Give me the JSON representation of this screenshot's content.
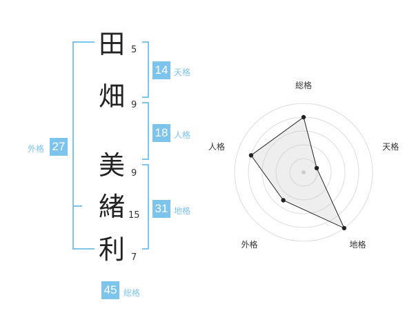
{
  "name_chars": [
    {
      "char": "田",
      "strokes": "5"
    },
    {
      "char": "畑",
      "strokes": "9"
    },
    {
      "char": "美",
      "strokes": "9"
    },
    {
      "char": "緒",
      "strokes": "15"
    },
    {
      "char": "利",
      "strokes": "7"
    }
  ],
  "fortune": {
    "tenkaku": {
      "label": "天格",
      "value": "14"
    },
    "jinkaku": {
      "label": "人格",
      "value": "18"
    },
    "chikaku": {
      "label": "地格",
      "value": "31"
    },
    "gaikaku": {
      "label": "外格",
      "value": "27"
    },
    "soukaku": {
      "label": "総格",
      "value": "45"
    }
  },
  "colors": {
    "accent": "#7cc4ec",
    "badge_text": "#ffffff"
  },
  "chart_data": {
    "type": "radar",
    "axes": [
      "総格",
      "天格",
      "地格",
      "外格",
      "人格"
    ],
    "values": [
      4,
      1,
      5,
      2.5,
      4
    ],
    "rmax": 5,
    "rings": 5
  }
}
